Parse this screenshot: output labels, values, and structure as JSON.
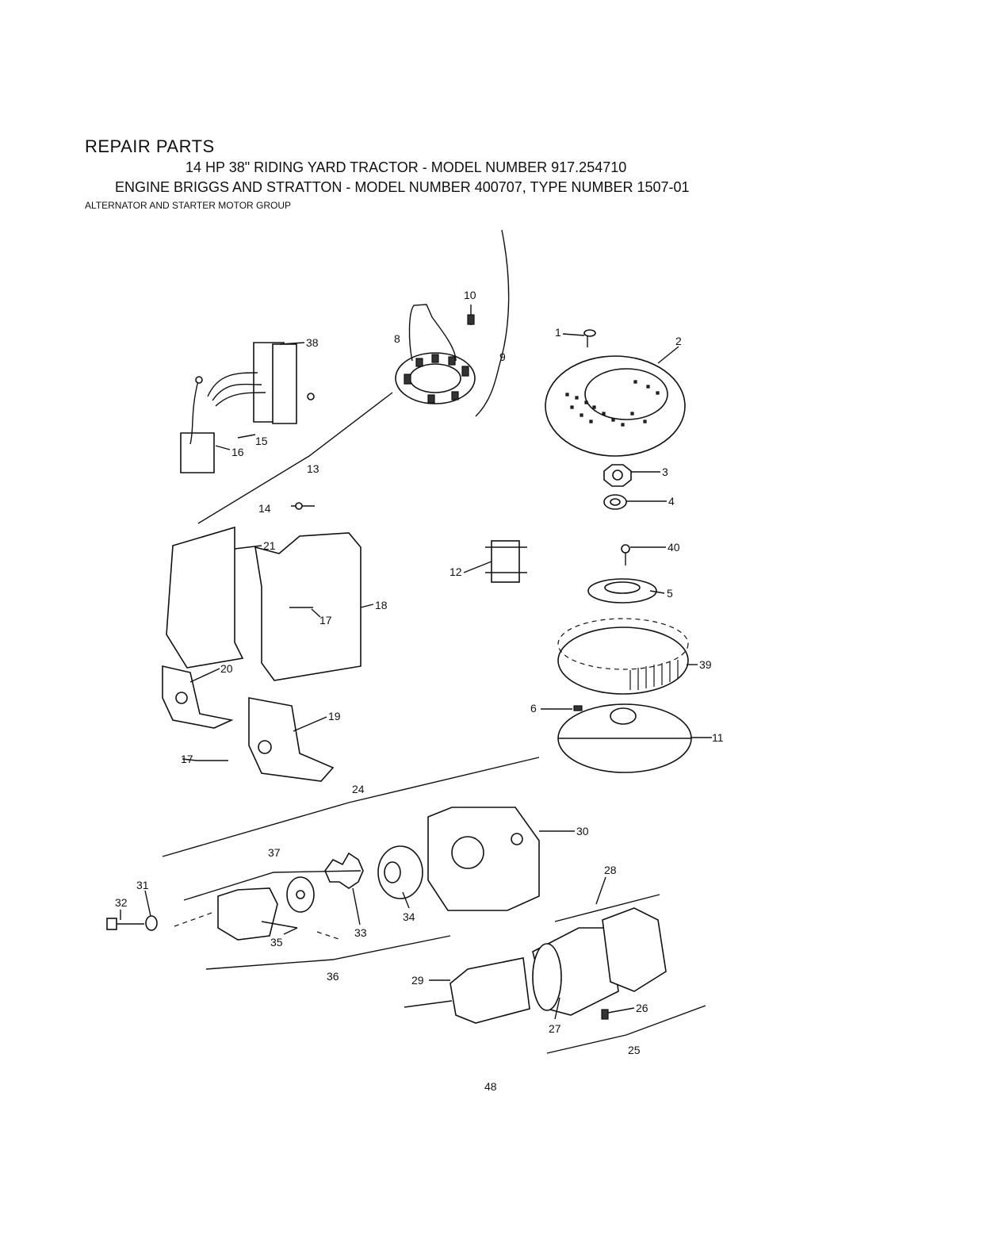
{
  "header": {
    "title": "REPAIR PARTS",
    "subtitle_1": "14 HP 38\" RIDING YARD TRACTOR - MODEL NUMBER 917.254710",
    "subtitle_2": "ENGINE BRIGGS AND STRATTON - MODEL NUMBER 400707, TYPE NUMBER 1507-01",
    "group": "ALTERNATOR AND STARTER MOTOR GROUP"
  },
  "callouts": [
    "1",
    "2",
    "3",
    "4",
    "5",
    "6",
    "8",
    "9",
    "10",
    "11",
    "12",
    "13",
    "14",
    "15",
    "16",
    "17",
    "17",
    "18",
    "19",
    "20",
    "21",
    "24",
    "25",
    "26",
    "27",
    "28",
    "29",
    "30",
    "31",
    "32",
    "33",
    "34",
    "35",
    "36",
    "37",
    "38",
    "39",
    "40"
  ],
  "page_number": "48"
}
